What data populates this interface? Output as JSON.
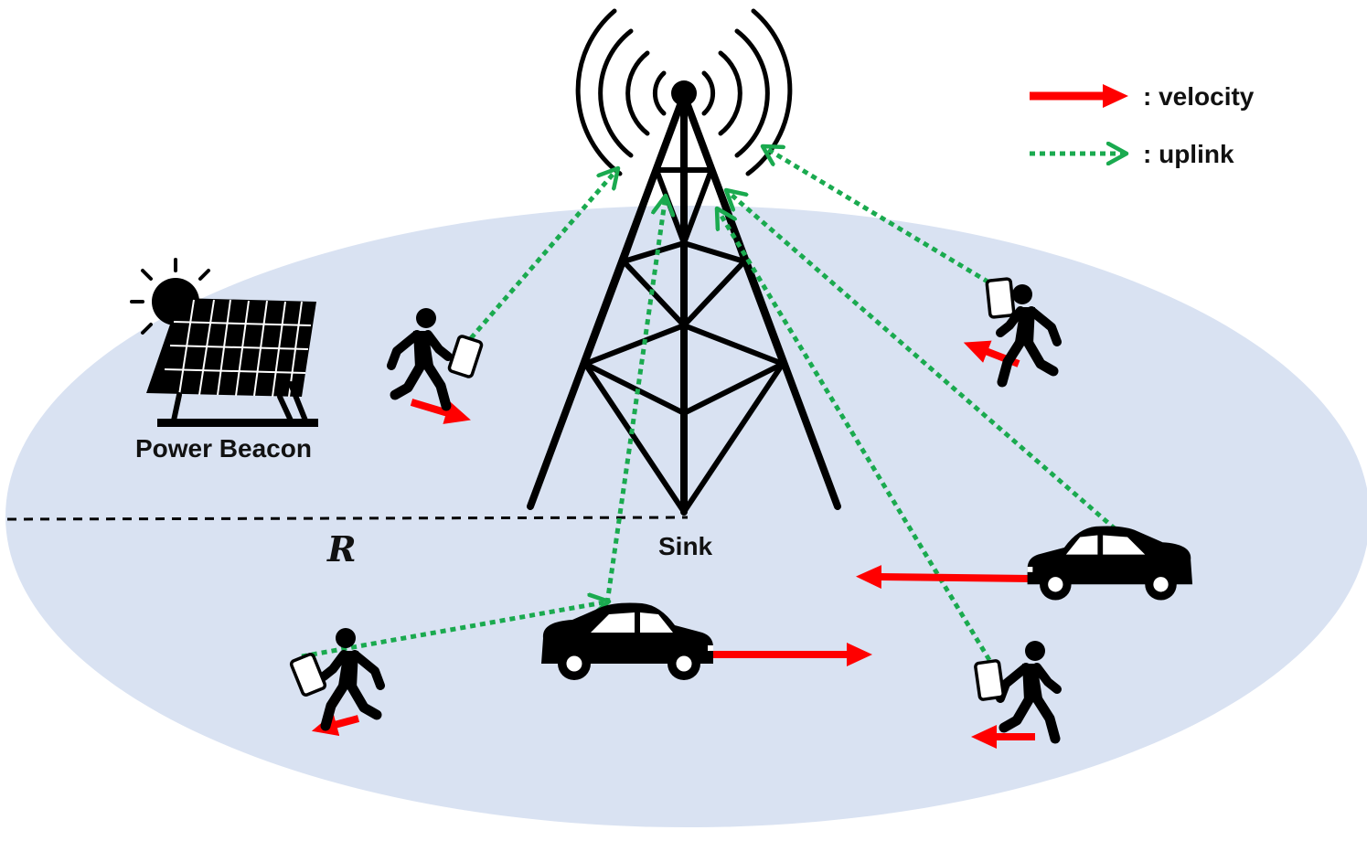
{
  "labels": {
    "power_beacon": "Power Beacon",
    "sink": "Sink",
    "radius": "R"
  },
  "legend": {
    "velocity": ": velocity",
    "uplink": ": uplink"
  },
  "colors": {
    "coverage_area": "#d9e2f2",
    "velocity_arrow": "#ff0000",
    "uplink_arrow": "#1aaa4f",
    "structure": "#000000"
  },
  "icons": {
    "tower": "cell-tower-icon",
    "beacon": "solar-panel-icon",
    "sun": "sun-icon",
    "pedestrian": "walking-person-with-phone-icon",
    "vehicle": "car-icon"
  }
}
